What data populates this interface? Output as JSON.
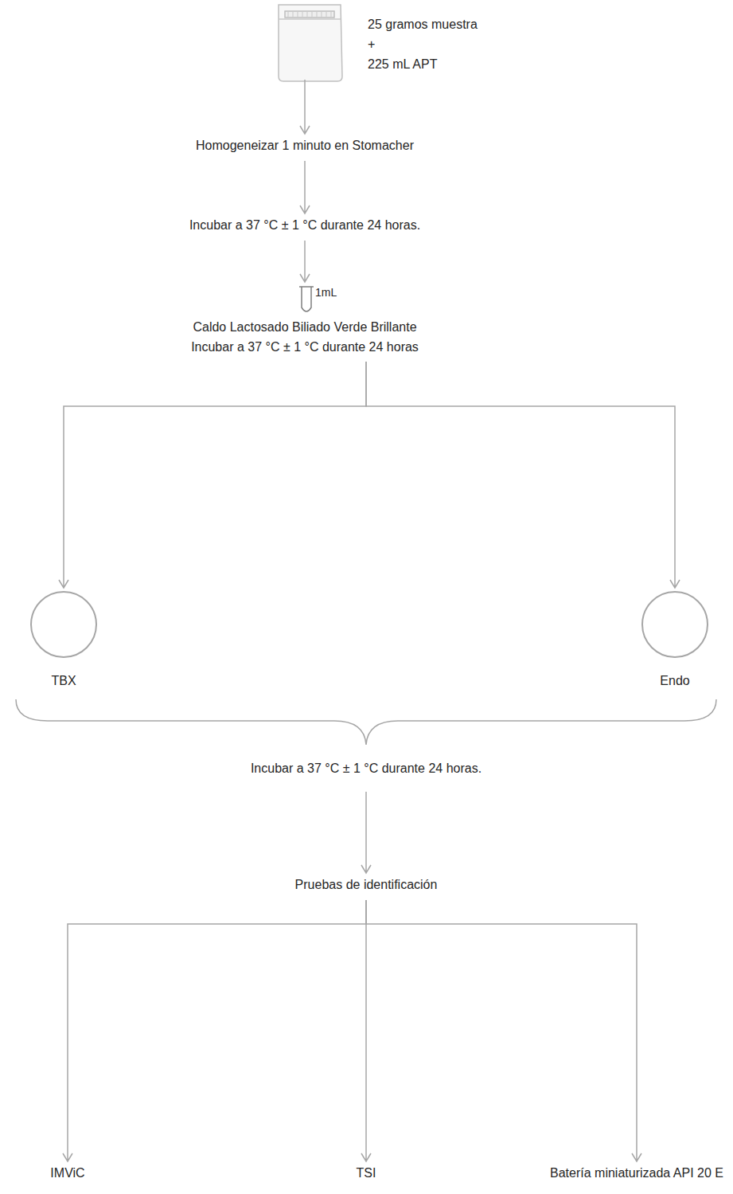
{
  "diagram": {
    "nodes": [
      {
        "text": [
          "25 gramos muestra",
          "+",
          "225 mL APT"
        ]
      },
      {
        "text": [
          "Homogeneizar 1 minuto en Stomacher"
        ]
      },
      {
        "text": [
          "Incubar a 37 °C ± 1 °C durante 24 horas."
        ]
      },
      {
        "text": [
          "1mL",
          "Caldo Lactosado Biliado Verde Brillante",
          "Incubar a 37 °C ± 1 °C durante 24 horas"
        ]
      },
      {
        "text": [
          "TBX"
        ]
      },
      {
        "text": [
          "Endo"
        ]
      },
      {
        "text": [
          "Incubar a 37 °C ± 1 °C durante 24 horas."
        ]
      },
      {
        "text": [
          "Pruebas de identificación"
        ]
      },
      {
        "text": [
          "IMViC"
        ]
      },
      {
        "text": [
          "TSI"
        ]
      },
      {
        "text": [
          "Batería miniaturizada API 20 E"
        ]
      }
    ],
    "edges": [
      {
        "from": 0,
        "to": 1,
        "arrow": "to"
      },
      {
        "from": 1,
        "to": 2,
        "arrow": "to"
      },
      {
        "from": 2,
        "to": 3,
        "arrow": "to"
      },
      {
        "from": 3,
        "to": 4,
        "arrow": "to"
      },
      {
        "from": 3,
        "to": 5,
        "arrow": "to"
      },
      {
        "from": 6,
        "to": 7,
        "arrow": "to"
      },
      {
        "from": 7,
        "to": 8,
        "arrow": "to"
      },
      {
        "from": 7,
        "to": 9,
        "arrow": "to"
      },
      {
        "from": 7,
        "to": 10,
        "arrow": "to"
      }
    ]
  }
}
